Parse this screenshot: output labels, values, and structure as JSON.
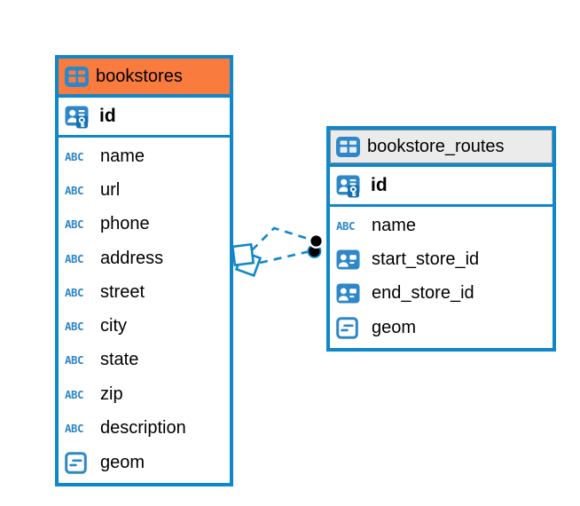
{
  "diagram": {
    "tables": [
      {
        "name": "bookstores",
        "header_color": "#f97c3e",
        "primary_key": {
          "name": "id",
          "type": "primary-key"
        },
        "fields": [
          {
            "name": "name",
            "type": "text"
          },
          {
            "name": "url",
            "type": "text"
          },
          {
            "name": "phone",
            "type": "text"
          },
          {
            "name": "address",
            "type": "text"
          },
          {
            "name": "street",
            "type": "text"
          },
          {
            "name": "city",
            "type": "text"
          },
          {
            "name": "state",
            "type": "text"
          },
          {
            "name": "zip",
            "type": "text"
          },
          {
            "name": "description",
            "type": "text"
          },
          {
            "name": "geom",
            "type": "geometry"
          }
        ]
      },
      {
        "name": "bookstore_routes",
        "header_color": "#ebebeb",
        "primary_key": {
          "name": "id",
          "type": "primary-key"
        },
        "fields": [
          {
            "name": "name",
            "type": "text"
          },
          {
            "name": "start_store_id",
            "type": "reference"
          },
          {
            "name": "end_store_id",
            "type": "reference"
          },
          {
            "name": "geom",
            "type": "geometry"
          }
        ]
      }
    ],
    "relationships": {
      "from_table": "bookstore_routes",
      "to_table": "bookstores",
      "count": 2,
      "line_style": "dashed",
      "source_marker": "overlapping-squares",
      "target_marker": "overlapping-dots"
    }
  },
  "icons": {
    "text_type_glyph": "ABC",
    "table_icon": "table-grid",
    "primary_key_icon": "person-card-with-key",
    "reference_icon": "person-card",
    "geometry_icon": "box-with-lines"
  },
  "colors": {
    "table_border": "#0f88cb",
    "icon_blue": "#2e87c9",
    "bookstores_header": "#f97c3e",
    "routes_header": "#ebebeb",
    "connector_line": "#0f88cb",
    "marker_fill": "#000000"
  }
}
